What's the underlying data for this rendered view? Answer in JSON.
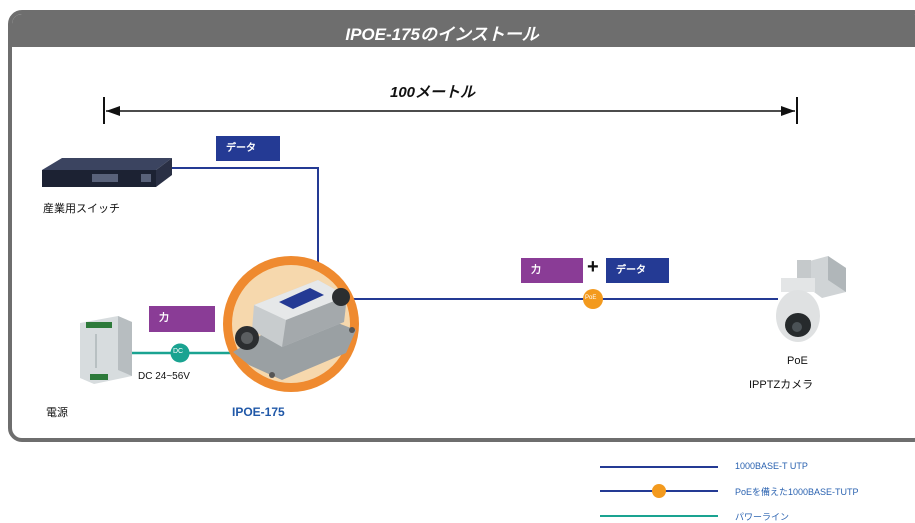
{
  "header": {
    "title": "IPOE-175のインストール"
  },
  "distance": {
    "label": "100メートル"
  },
  "tags": {
    "data_top": "データ",
    "power_left": "力",
    "power_right": "力",
    "plus": "+",
    "data_right": "データ"
  },
  "dc_badge": "DC",
  "poe_badge": "PoE",
  "devices": {
    "switch": "産業用スイッチ",
    "psu": "電源",
    "dc_range": "DC 24~56V",
    "injector": "IPOE-175",
    "camera_line1": "PoE",
    "camera_line2": "IPPTZカメラ"
  },
  "legend": [
    {
      "label": "1000BASE-T UTP",
      "color": "#243a94"
    },
    {
      "label": "PoEを備えた1000BASE-TUTP",
      "color": "#243a94"
    },
    {
      "label": "パワーライン",
      "color": "#1aa391"
    }
  ],
  "colors": {
    "frame": "#6e6e6e",
    "data_line": "#243a94",
    "power_line": "#1aa391",
    "poe": "#f39a1e",
    "purple": "#8a3c96"
  }
}
